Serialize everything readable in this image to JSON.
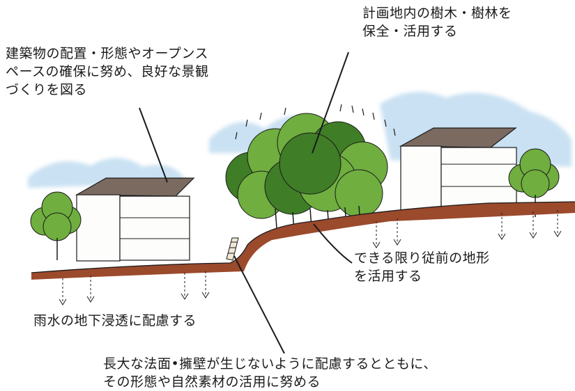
{
  "illustration": {
    "palette": {
      "ground": "#9b4a2c",
      "tree_green": "#6fae3f",
      "tree_dark": "#3f7d27",
      "sky_blue": "#9ec9e8",
      "roof": "#7a6a60",
      "wall": "#fdfdfb",
      "ink": "#1a1a1a"
    }
  },
  "callouts": {
    "trees": "計画地内の樹木・樹林を\n保全・活用する",
    "buildings": "建築物の配置・形態やオープンス\nペースの確保に努め、良好な景観\nづくりを図る",
    "terrain": "できる限り従前の地形\nを活用する",
    "rainwater": "雨水の地下浸透に配慮する",
    "slope": "長大な法面•擁壁が生じないように配慮するとともに、\nその形態や自然素材の活用に努める"
  }
}
